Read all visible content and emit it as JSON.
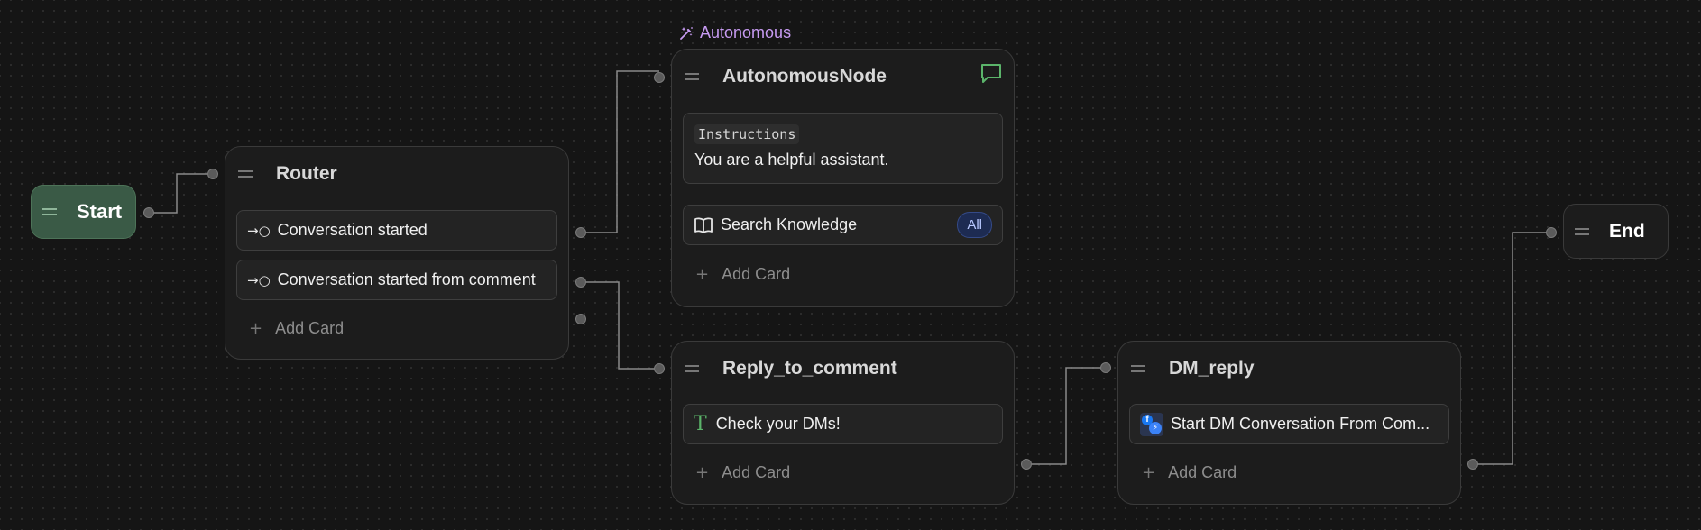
{
  "colors": {
    "background": "#151515",
    "node_bg": "#1c1c1c",
    "node_border": "#3a3a3a",
    "start_bg": "#3a5a46",
    "accent_purple": "#c79bf2",
    "accent_green": "#5bb46a",
    "badge_blue": "#1d2b52"
  },
  "start": {
    "label": "Start"
  },
  "end": {
    "label": "End"
  },
  "router": {
    "title": "Router",
    "cards": [
      {
        "icon": "trigger-icon",
        "label": "Conversation started"
      },
      {
        "icon": "trigger-icon",
        "label": "Conversation started from comment"
      }
    ],
    "add_card": "Add Card"
  },
  "autonomous": {
    "badge": "Autonomous",
    "badge_icon": "magic-wand-icon",
    "title": "AutonomousNode",
    "header_icon": "chat-icon",
    "instructions_label": "Instructions",
    "instructions_text": "You are a helpful assistant.",
    "knowledge_label": "Search Knowledge",
    "knowledge_icon": "book-icon",
    "knowledge_badge": "All",
    "add_card": "Add Card"
  },
  "reply": {
    "title": "Reply_to_comment",
    "card_icon": "text-icon",
    "card_label": "Check your DMs!",
    "add_card": "Add Card"
  },
  "dm": {
    "title": "DM_reply",
    "card_icon": "messenger-icon",
    "card_label": "Start DM Conversation From Com...",
    "add_card": "Add Card"
  }
}
